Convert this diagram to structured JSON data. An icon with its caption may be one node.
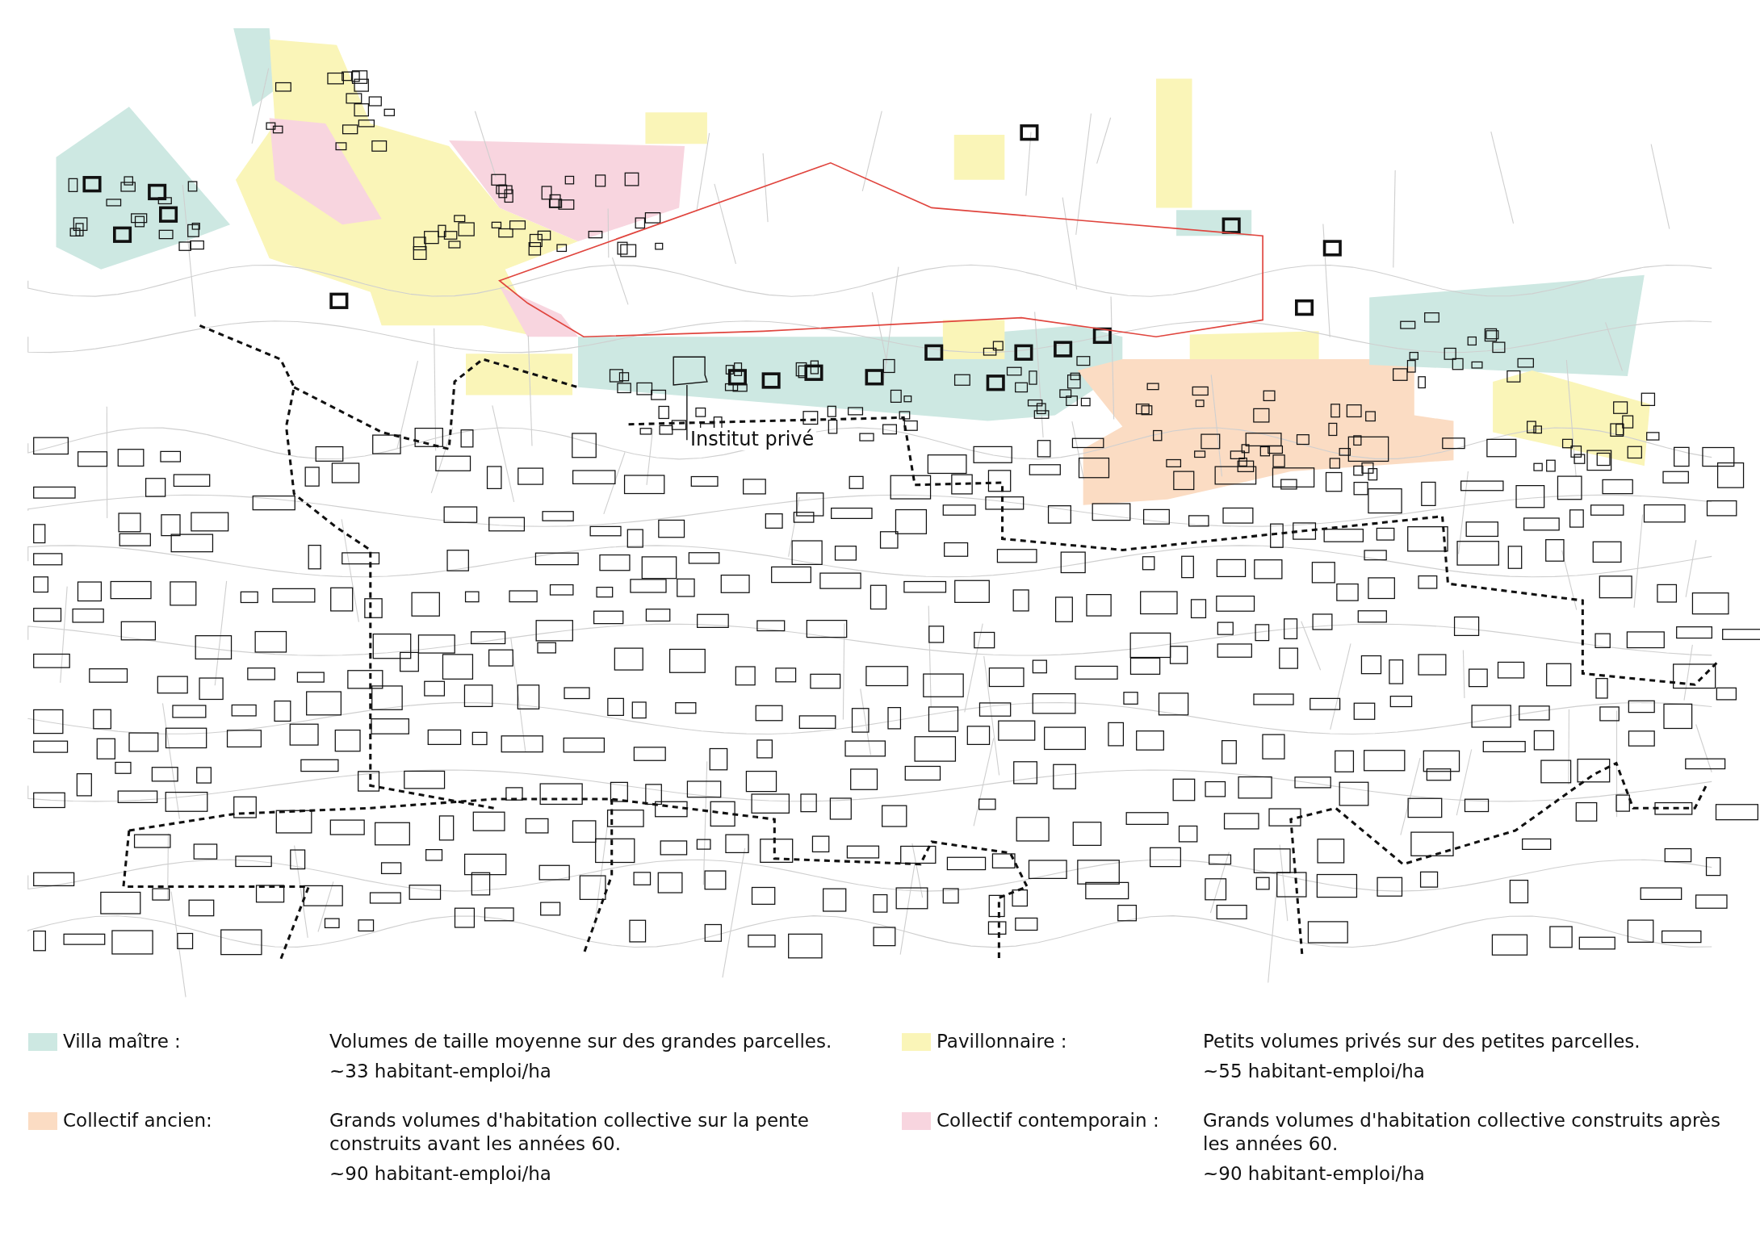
{
  "diagram": {
    "nodes": [
      {
        "text": [
          "Institut privé"
        ]
      },
      {
        "text": [],
        "shape": "box"
      }
    ],
    "edges": [
      {
        "from": 0,
        "to": 1,
        "arrow": "none"
      }
    ],
    "labels": [
      "Volumes de taille moyenne sur des grandes parcelles.",
      "~33 habitant-emploi/ha",
      "Petits volumes privés sur des petites parcelles.",
      "~55 habitant-emploi/ha",
      "Grands volumes d'habitation collective sur la pente construits avant les années 60.",
      "~90 habitant-emploi/ha",
      "Grands volumes d'habitation collective construits après les années 60.",
      "~90 habitant-emploi/ha"
    ],
    "legend": [
      {
        "text": "Villa maître :",
        "color": "#cde8e2"
      },
      {
        "text": "Pavillonnaire :",
        "color": "#faf5b8"
      },
      {
        "text": "Collectif ancien:",
        "color": "#fbdcc3"
      },
      {
        "text": "Collectif contemporain :",
        "color": "#f8d5df"
      }
    ]
  }
}
